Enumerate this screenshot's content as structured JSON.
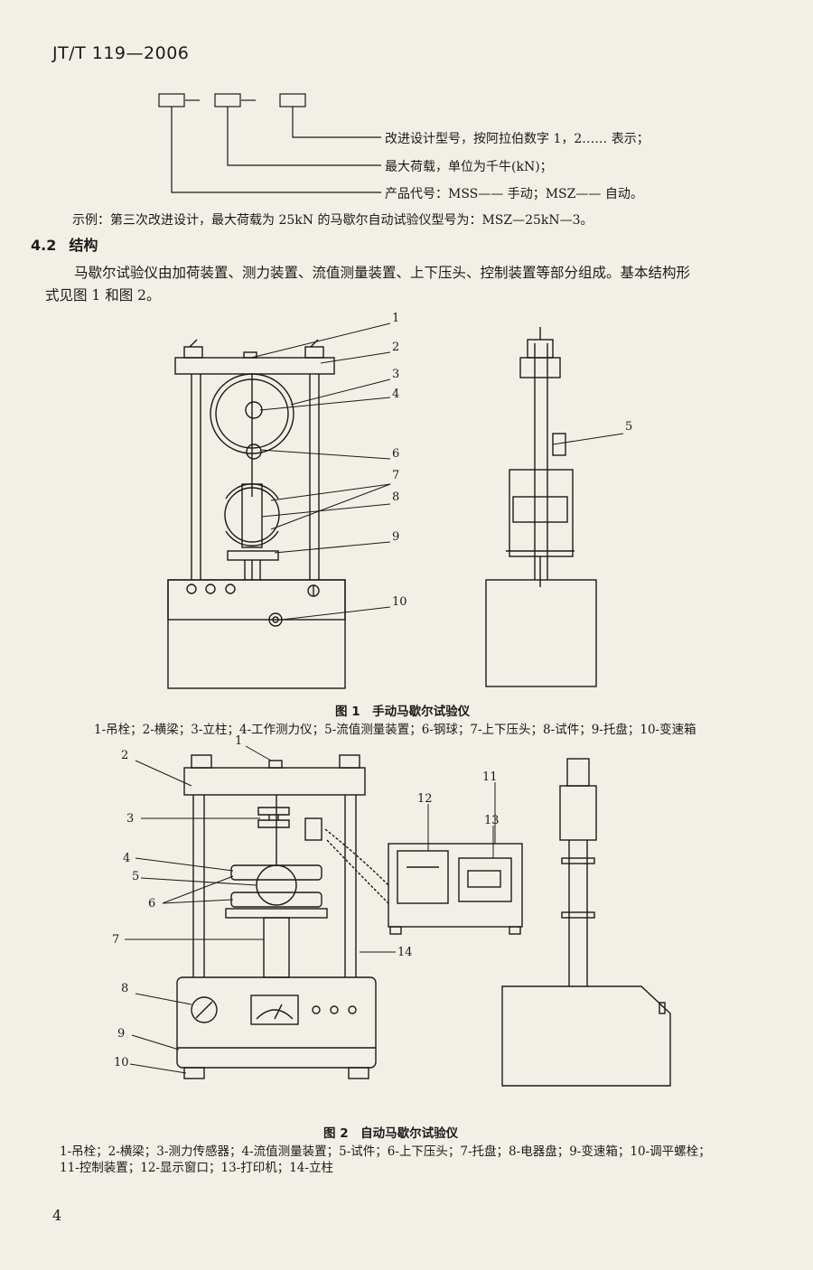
{
  "header": {
    "code": "JT/T 119—2006"
  },
  "model_code": {
    "line1": "改进设计型号，按阿拉伯数字 1，2…… 表示；",
    "line2": "最大荷载，单位为千牛(kN)；",
    "line3": "产品代号：MSS—— 手动；MSZ—— 自动。",
    "example": "示例：第三次改进设计，最大荷载为 25kN 的马歇尔自动试验仪型号为：MSZ—25kN—3。"
  },
  "section": {
    "number": "4.2",
    "title": "结构",
    "para_line1": "马歇尔试验仪由加荷装置、测力装置、流值测量装置、上下压头、控制装置等部分组成。基本结构形",
    "para_line2": "式见图 1 和图 2。"
  },
  "figure1": {
    "callouts": [
      "1",
      "2",
      "3",
      "4",
      "5",
      "6",
      "7",
      "8",
      "9",
      "10"
    ],
    "caption": "图 1　手动马歇尔试验仪",
    "legend": "1-吊栓；2-横梁；3-立柱；4-工作测力仪；5-流值测量装置；6-钢球；7-上下压头；8-试件；9-托盘；10-变速箱"
  },
  "figure2": {
    "callouts": [
      "1",
      "2",
      "3",
      "4",
      "5",
      "6",
      "7",
      "8",
      "9",
      "10",
      "11",
      "12",
      "13",
      "14"
    ],
    "caption": "图 2　自动马歇尔试验仪",
    "legend_line1": "1-吊栓；2-横梁；3-测力传感器；4-流值测量装置；5-试件；6-上下压头；7-托盘；8-电器盘；9-变速箱；10-调平螺栓；",
    "legend_line2": "11-控制装置；12-显示窗口；13-打印机；14-立柱"
  },
  "page": {
    "number": "4"
  }
}
